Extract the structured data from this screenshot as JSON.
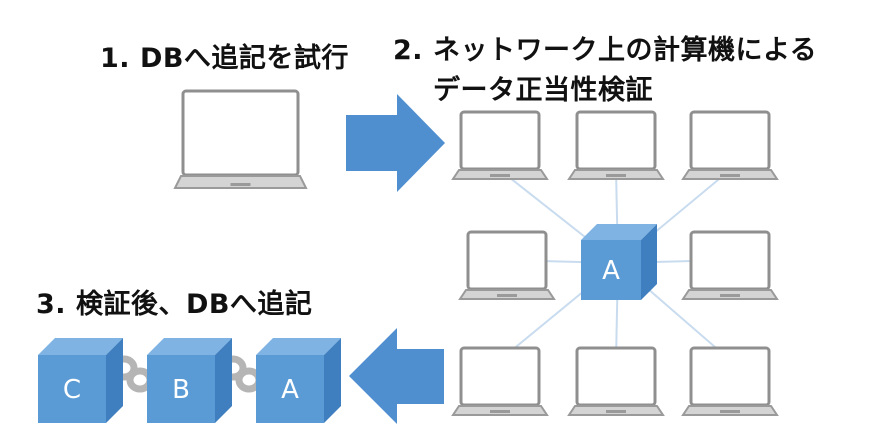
{
  "steps": {
    "step1": "1. DBへ追記を試行",
    "step2_line1": "2. ネットワーク上の計算機による",
    "step2_line2": "データ正当性検証",
    "step3": "3. 検証後、DBへ追記"
  },
  "center_block": {
    "label": "A"
  },
  "chain": {
    "blocks": [
      {
        "label": "C"
      },
      {
        "label": "B"
      },
      {
        "label": "A"
      }
    ]
  },
  "colors": {
    "block_front": "#5b9bd5",
    "block_top": "#7fb3e3",
    "block_side": "#3f7fc0",
    "arrow": "#4f8fd0",
    "laptop_frame": "#8f8f8f",
    "laptop_base": "#9a9a9a",
    "network_line": "#c9dcef",
    "chain_link": "#b5b5b5"
  }
}
